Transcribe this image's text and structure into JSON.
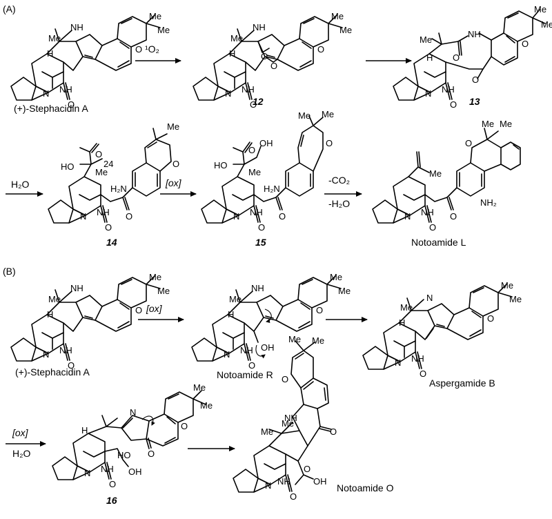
{
  "panels": {
    "a_label": "(A)",
    "b_label": "(B)"
  },
  "compounds": {
    "stephacidin_a": "(+)-Stephacidin A",
    "stephacidin_a_b": "(+)-Stephacidin A",
    "c12": "12",
    "c13": "13",
    "c14": "14",
    "c15": "15",
    "c16": "16",
    "notoamide_l": "Notoamide L",
    "notoamide_r": "Notoamide R",
    "aspergamide_b": "Aspergamide B",
    "notoamide_o": "Notoamide O"
  },
  "reagents": {
    "singlet_o2": "¹O₂",
    "h2o_1": "H₂O",
    "ox_1": "[ox]",
    "minus_co2": "-CO₂",
    "minus_h2o": "-H₂O",
    "ox_2": "[ox]",
    "ox_3": "[ox]",
    "h2o_2": "H₂O"
  },
  "atoms": {
    "me": "Me",
    "nh": "NH",
    "n": "N",
    "h": "H",
    "o": "O",
    "oh": "OH",
    "ho": "HO",
    "h2n": "H₂N",
    "nh2": "NH₂",
    "c24": "24"
  }
}
